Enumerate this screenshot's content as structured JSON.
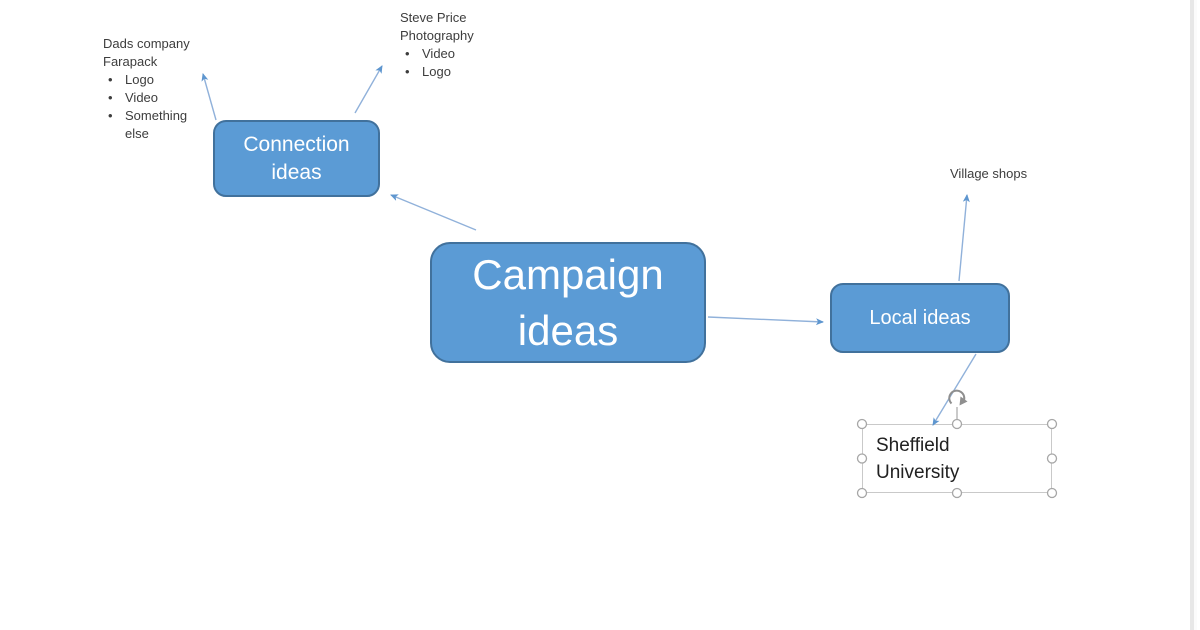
{
  "colors": {
    "node_fill": "#5b9bd5",
    "node_border": "#41719c",
    "node_text": "#ffffff",
    "connector": "#90b1da",
    "arrowhead": "#5e96cf",
    "note_text": "#3d3d3d",
    "textbox_border": "#c9c9c9",
    "handle_stroke": "#a6a6a6",
    "scrollbar": "#e7e7e7"
  },
  "nodes": {
    "campaign": {
      "lines": [
        "Campaign",
        "ideas"
      ]
    },
    "connection": {
      "lines": [
        "Connection",
        "ideas"
      ]
    },
    "local": {
      "label": "Local ideas"
    }
  },
  "annotations": {
    "dads": {
      "title_lines": [
        "Dads company",
        "Farapack"
      ],
      "bullets": [
        "Logo",
        "Video",
        "Something else"
      ]
    },
    "steve": {
      "title_lines": [
        "Steve Price",
        "Photography"
      ],
      "bullets": [
        "Video",
        "Logo"
      ]
    },
    "village": {
      "label": "Village shops"
    },
    "sheffield": {
      "lines": [
        "Sheffield",
        "University"
      ]
    }
  }
}
